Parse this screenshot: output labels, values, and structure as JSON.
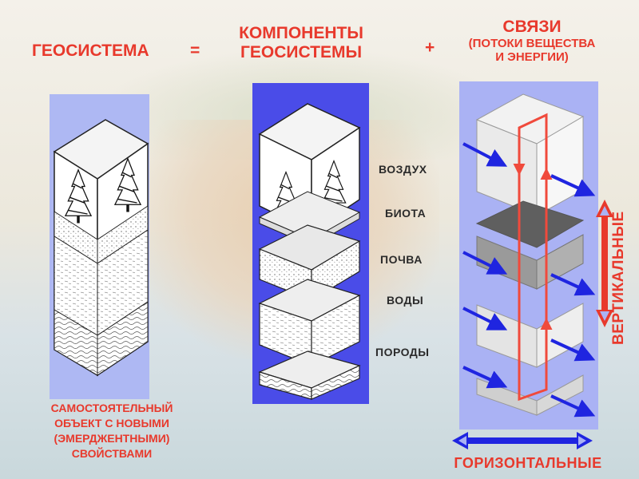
{
  "header": {
    "geosystem": "ГЕОСИСТЕМА",
    "equals": "=",
    "components_line1": "КОМПОНЕНТЫ",
    "components_line2": "ГЕОСИСТЕМЫ",
    "plus": "+",
    "links_title": "СВЯЗИ",
    "links_sub1": "(ПОТОКИ ВЕЩЕСТВА",
    "links_sub2": "И ЭНЕРГИИ)"
  },
  "components": [
    {
      "label": "ВОЗДУХ"
    },
    {
      "label": "БИОТА"
    },
    {
      "label": "ПОЧВА"
    },
    {
      "label": "ВОДЫ"
    },
    {
      "label": "ПОРОДЫ"
    }
  ],
  "bottom_text": {
    "line1": "САМОСТОЯТЕЛЬНЫЙ",
    "line2": "ОБЪЕКТ С НОВЫМИ",
    "line3": "(ЭМЕРДЖЕНТНЫМИ)",
    "line4": "СВОЙСТВАМИ"
  },
  "flows": {
    "vertical_label": "ВЕРТИКАЛЬНЫЕ",
    "horizontal_label": "ГОРИЗОНТАЛЬНЫЕ"
  },
  "colors": {
    "accent_red": "#e8392c",
    "flow_blue": "#1f25e0",
    "panel_light": "#aeb8f3",
    "panel_dark": "#4a4ce8"
  }
}
